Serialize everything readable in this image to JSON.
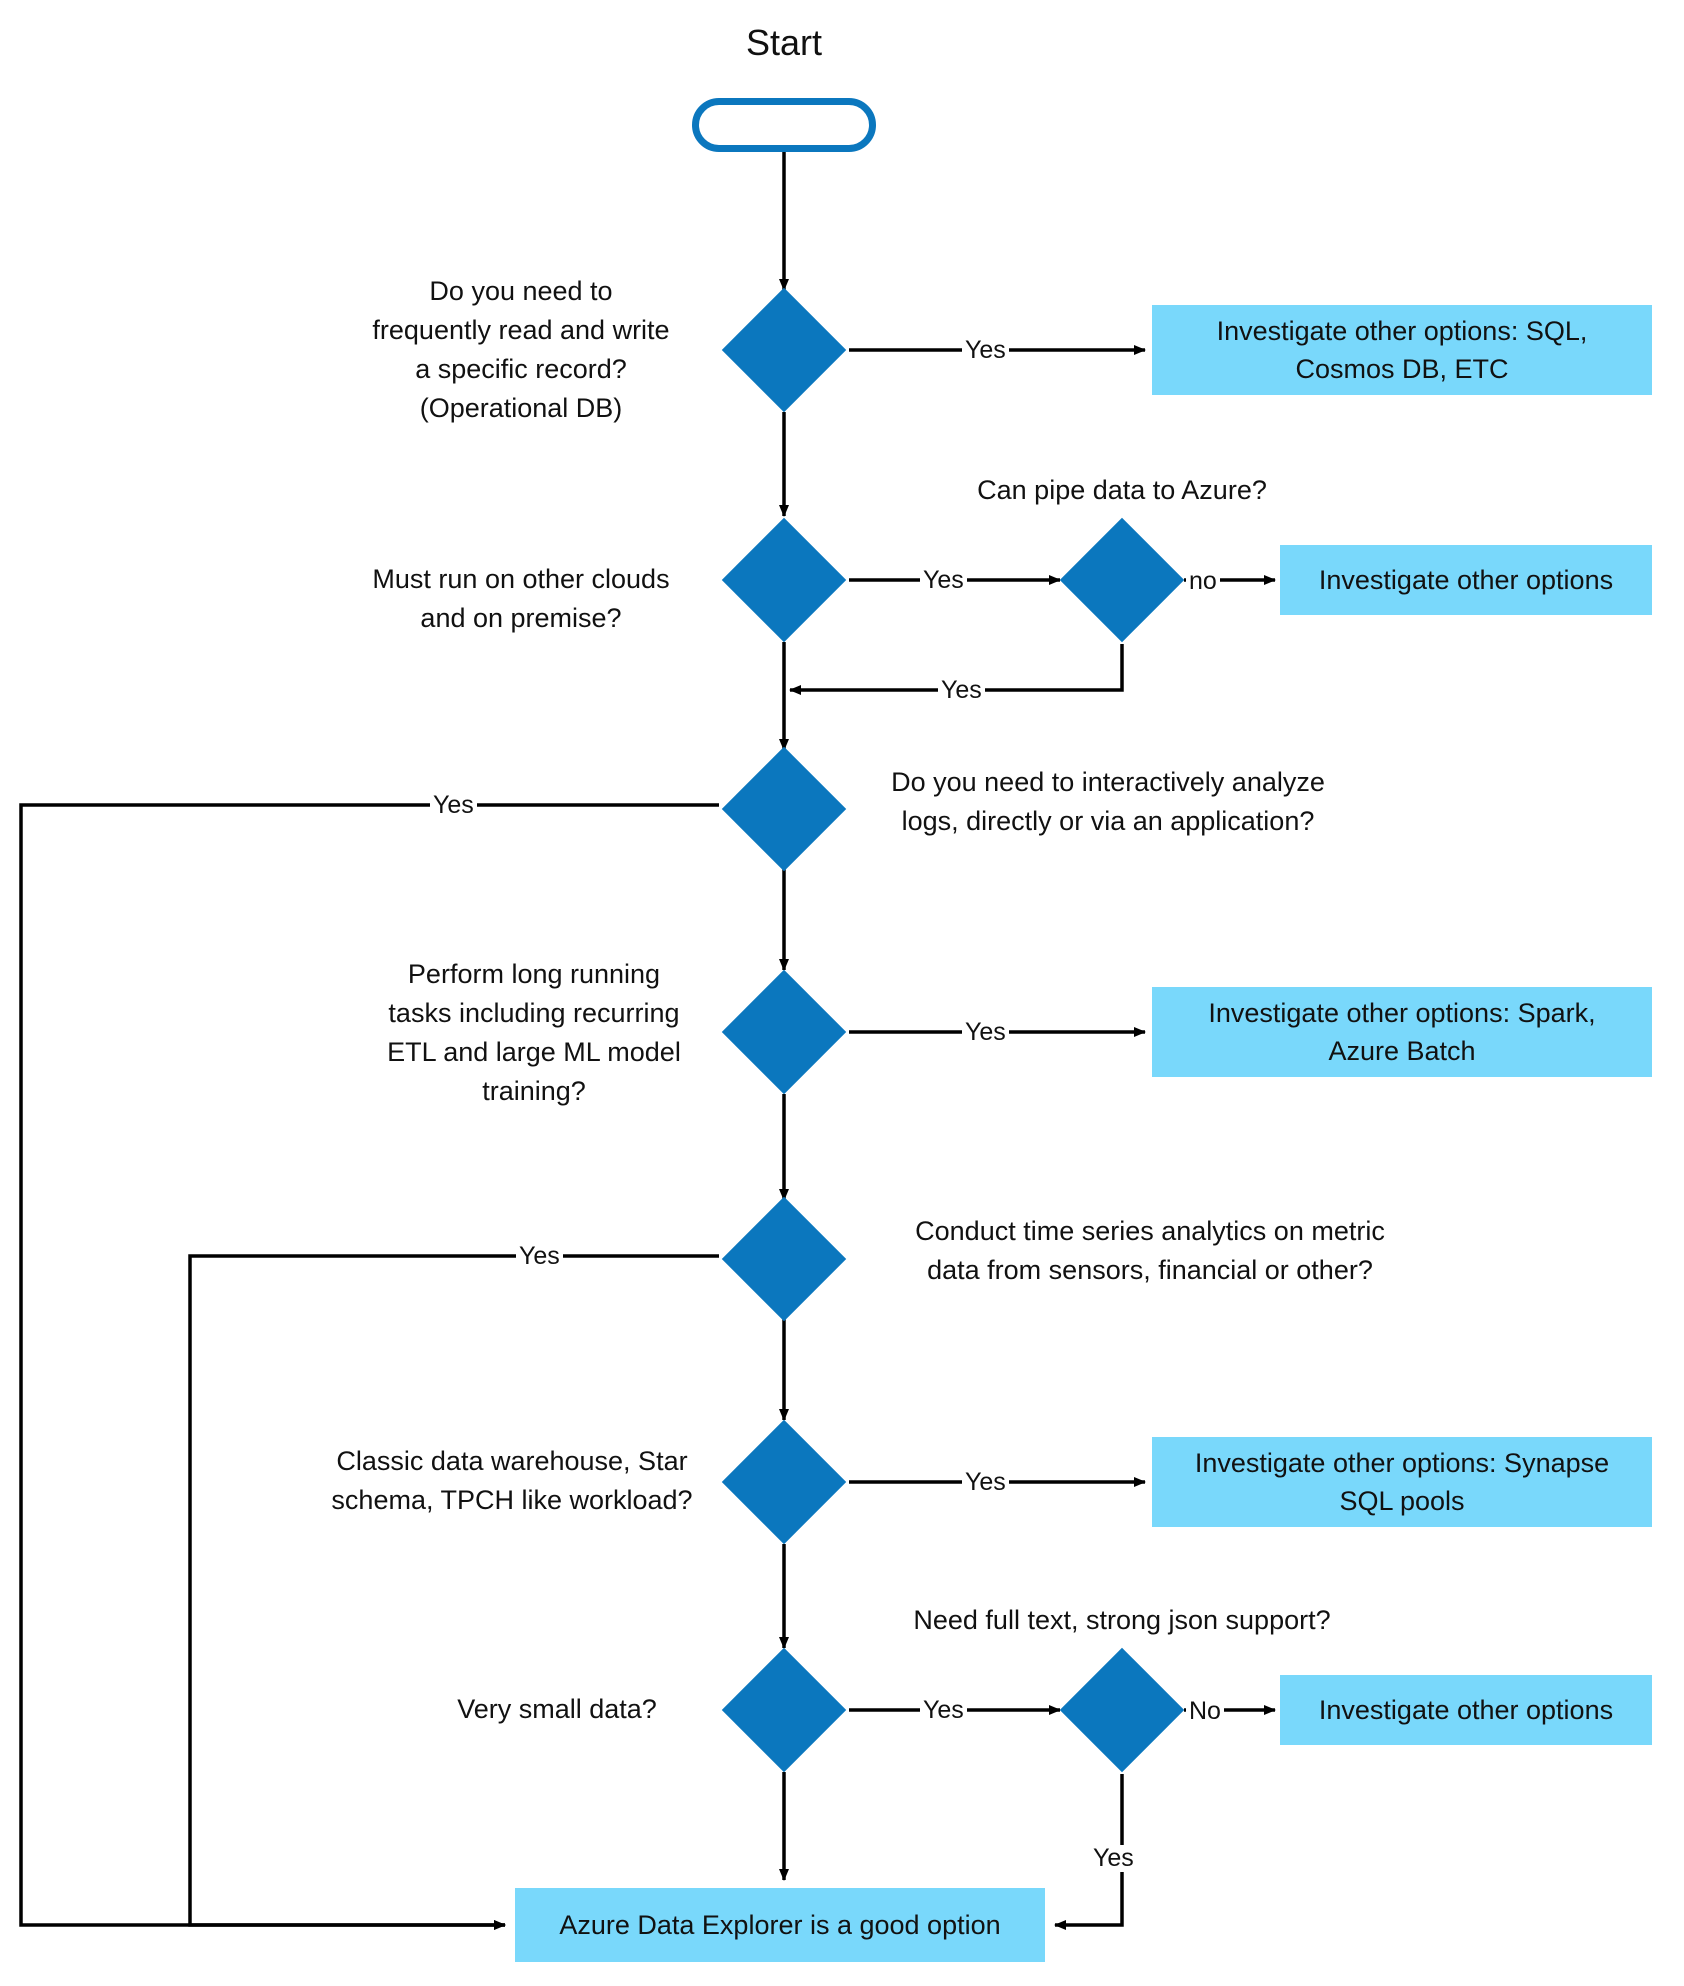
{
  "diagram": {
    "title": "Azure Data Explorer decision flowchart",
    "colors": {
      "decision_fill": "#0B77BE",
      "result_fill": "#79D8FB",
      "terminator_stroke": "#0B77BE",
      "edge_stroke": "#000000",
      "background": "#FFFFFF"
    }
  },
  "start": {
    "label": "Start"
  },
  "decisions": [
    {
      "id": "operational-db",
      "text": "Do you need to\nfrequently read and write\na specific record?\n(Operational DB)"
    },
    {
      "id": "other-clouds",
      "text": "Must run on other clouds\nand on premise?"
    },
    {
      "id": "pipe-to-azure",
      "text": "Can pipe data to Azure?"
    },
    {
      "id": "interactive-logs",
      "text": "Do you need to interactively analyze\nlogs, directly or via an application?"
    },
    {
      "id": "long-running-tasks",
      "text": "Perform long running\ntasks including recurring\nETL and large ML model\ntraining?"
    },
    {
      "id": "time-series",
      "text": "Conduct time series analytics on metric\ndata from sensors, financial or other?"
    },
    {
      "id": "data-warehouse",
      "text": "Classic data warehouse, Star\nschema, TPCH like workload?"
    },
    {
      "id": "very-small-data",
      "text": "Very small data?"
    },
    {
      "id": "full-text-json",
      "text": "Need full text, strong json support?"
    }
  ],
  "outcomes": [
    {
      "id": "sql-cosmos",
      "text": "Investigate other options: SQL,\nCosmos DB, ETC"
    },
    {
      "id": "other-options-clouds",
      "text": "Investigate other options"
    },
    {
      "id": "spark-batch",
      "text": "Investigate other options: Spark,\nAzure Batch"
    },
    {
      "id": "synapse-sql-pools",
      "text": "Investigate other options: Synapse\nSQL pools"
    },
    {
      "id": "other-options-json",
      "text": "Investigate other options"
    },
    {
      "id": "adx-good-option",
      "text": "Azure Data Explorer is a good option"
    }
  ],
  "edge_labels": {
    "operational_db_yes": "Yes",
    "other_clouds_yes": "Yes",
    "pipe_to_azure_no": "no",
    "pipe_to_azure_yes": "Yes",
    "interactive_logs_yes": "Yes",
    "long_running_yes": "Yes",
    "time_series_yes": "Yes",
    "data_warehouse_yes": "Yes",
    "very_small_yes": "Yes",
    "full_text_no": "No",
    "full_text_yes": "Yes"
  }
}
